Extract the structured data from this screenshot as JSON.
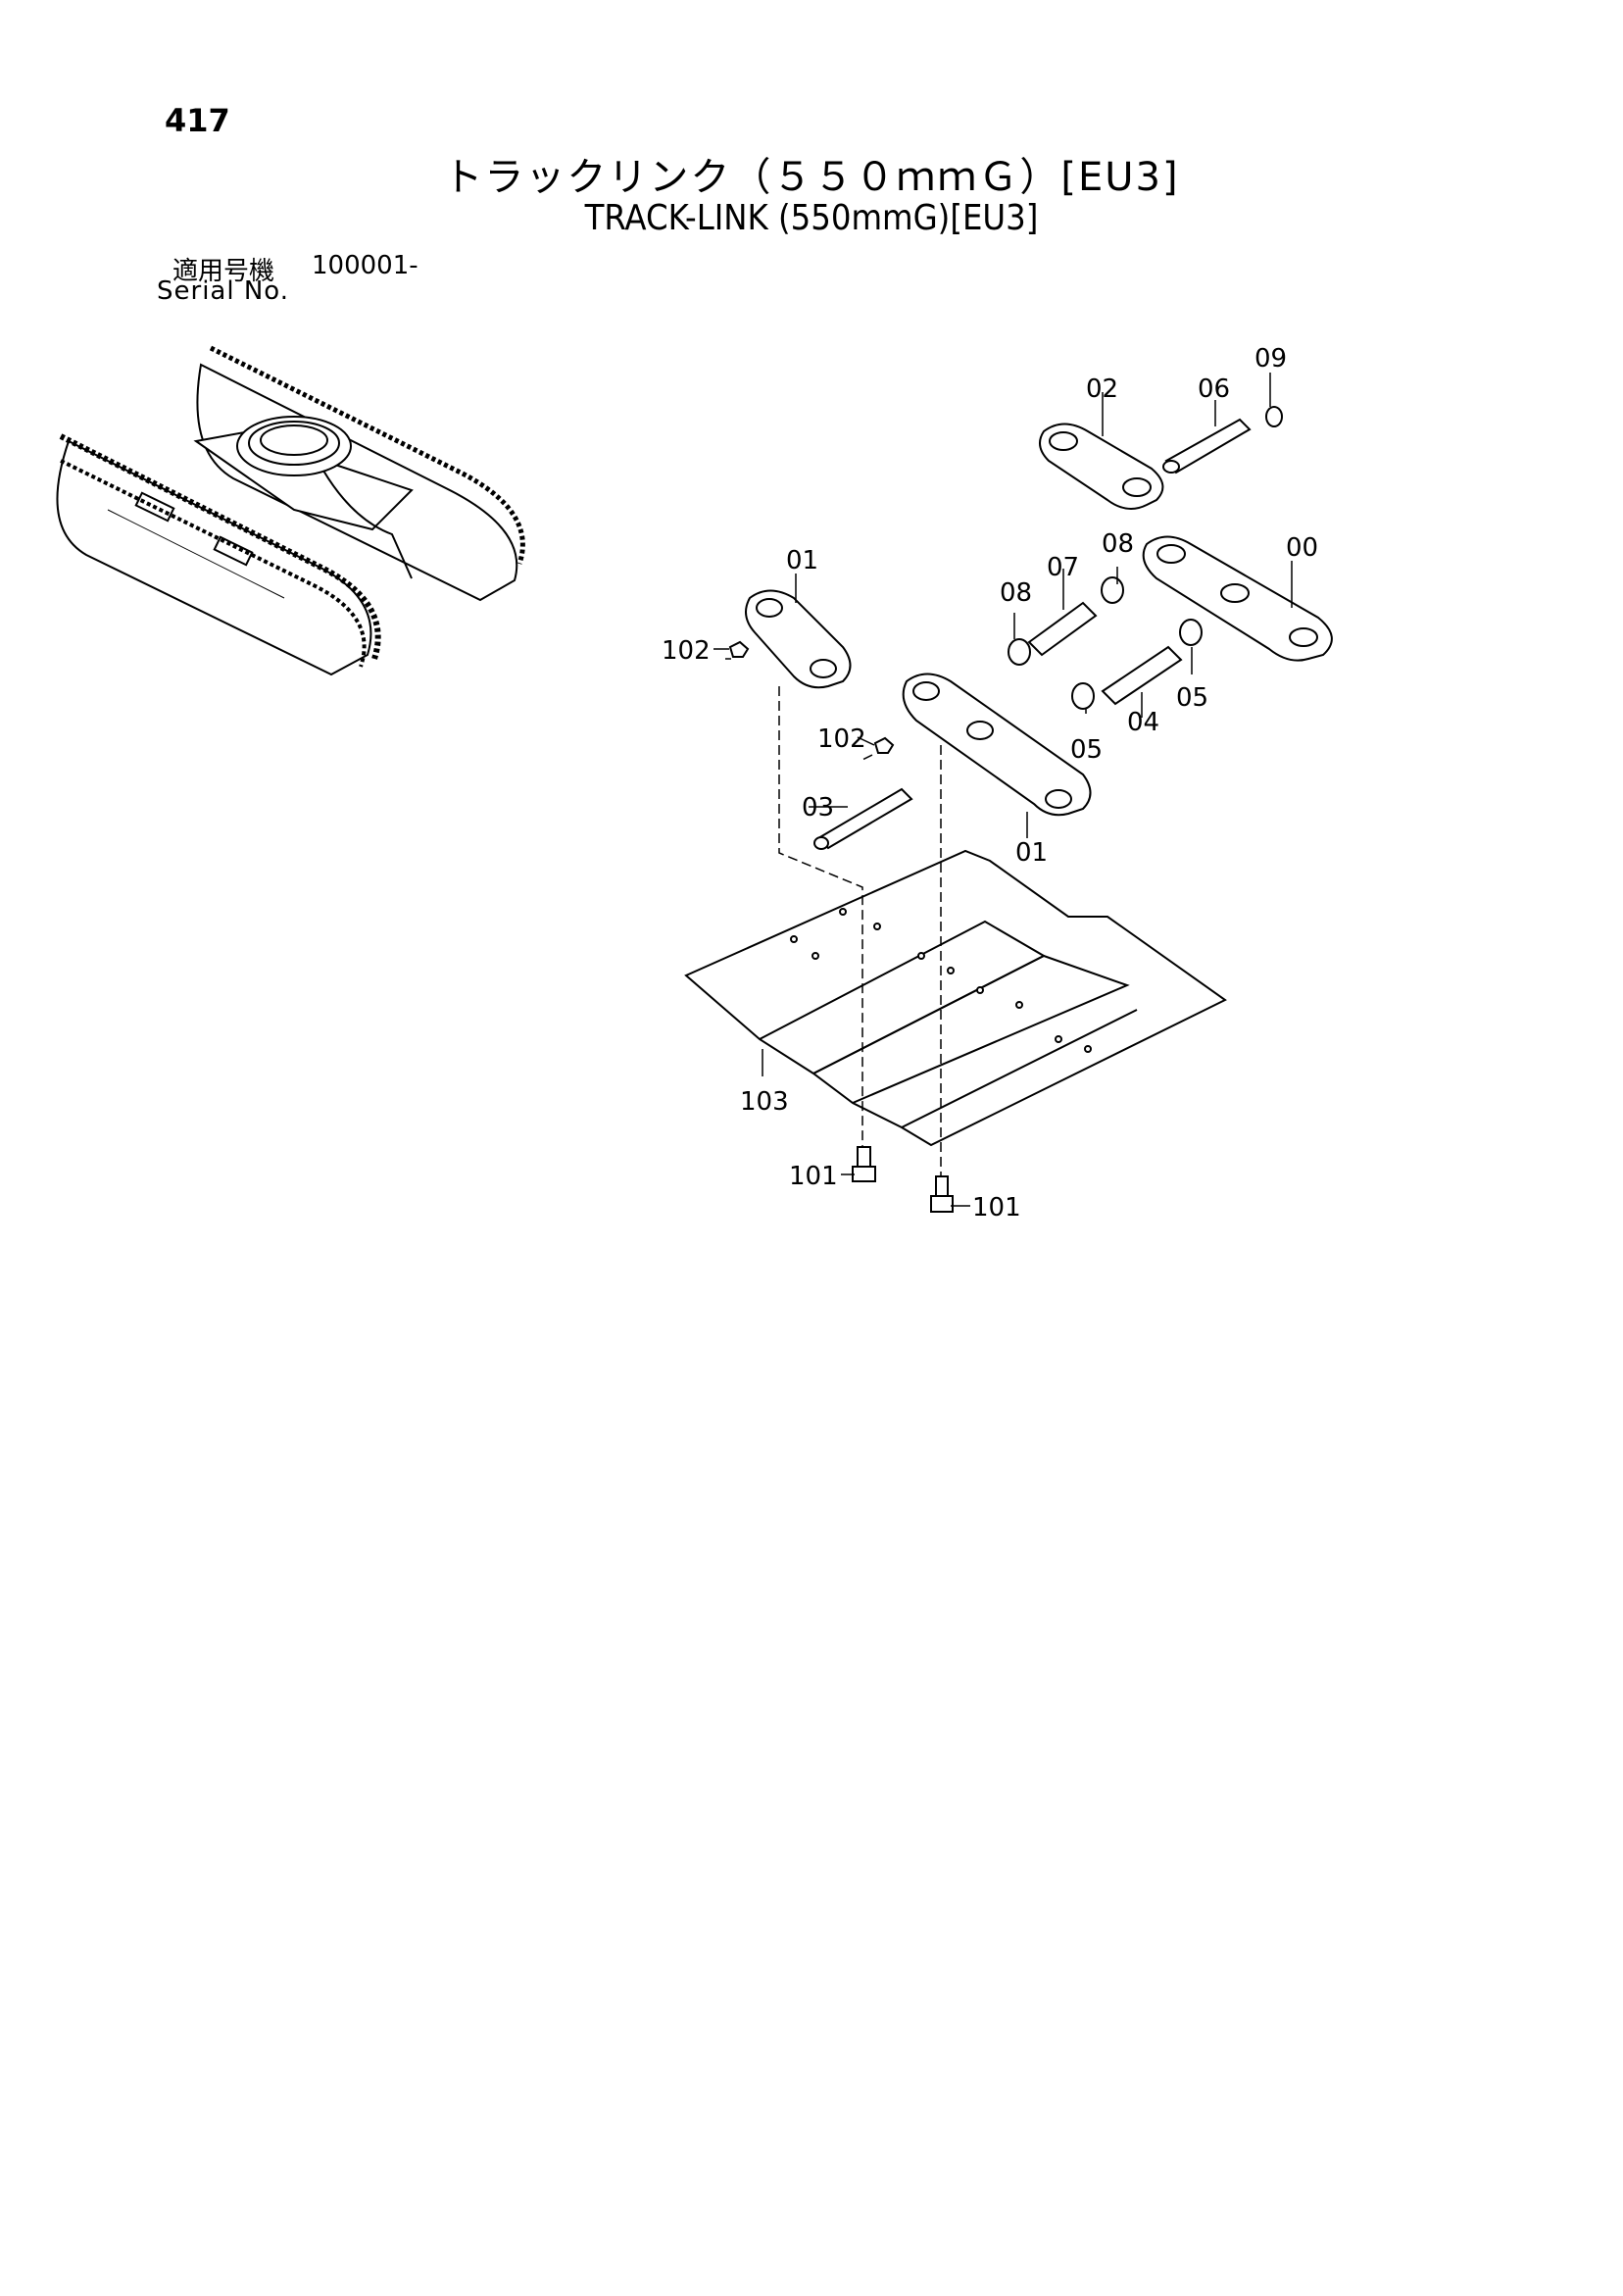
{
  "page": {
    "number": "417",
    "title_ja": "トラックリンク（５５０ｍｍＧ）[EU3]",
    "title_en": "TRACK-LINK (550mmG)[EU3]"
  },
  "serial": {
    "label_ja": "適用号機",
    "value": "100001-",
    "label_en": "Serial No."
  },
  "callouts": {
    "p00": "00",
    "p01a": "01",
    "p01b": "01",
    "p02": "02",
    "p03": "03",
    "p04": "04",
    "p05a": "05",
    "p05b": "05",
    "p06": "06",
    "p07": "07",
    "p08a": "08",
    "p08b": "08",
    "p09": "09",
    "p101a": "101",
    "p101b": "101",
    "p102a": "102",
    "p102b": "102",
    "p103": "103"
  }
}
